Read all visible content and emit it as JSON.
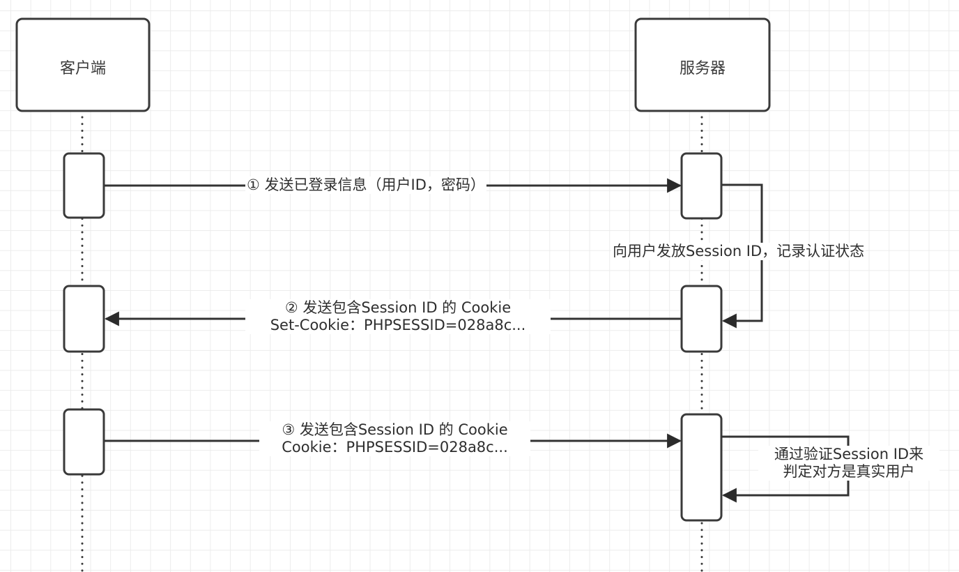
{
  "diagram": {
    "type": "sequence",
    "colors": {
      "line": "#333333",
      "grid": "#ececec",
      "background": "#ffffff"
    },
    "actors": [
      {
        "id": "client",
        "label": "客户端"
      },
      {
        "id": "server",
        "label": "服务器"
      }
    ],
    "messages": [
      {
        "step": 1,
        "from": "client",
        "to": "server",
        "lines": [
          "① 发送已登录信息（用户ID，密码）"
        ]
      },
      {
        "step": 2,
        "from": "server",
        "to": "client",
        "lines": [
          "② 发送包含Session ID 的 Cookie",
          "Set-Cookie：PHPSESSID=028a8c..."
        ]
      },
      {
        "step": 3,
        "from": "client",
        "to": "server",
        "lines": [
          "③ 发送包含Session ID 的 Cookie",
          "Cookie：PHPSESSID=028a8c..."
        ]
      }
    ],
    "self_messages": [
      {
        "actor": "server",
        "label": "向用户发放Session ID，记录认证状态"
      },
      {
        "actor": "server",
        "lines": [
          "通过验证Session ID来",
          "判定对方是真实用户"
        ]
      }
    ]
  }
}
